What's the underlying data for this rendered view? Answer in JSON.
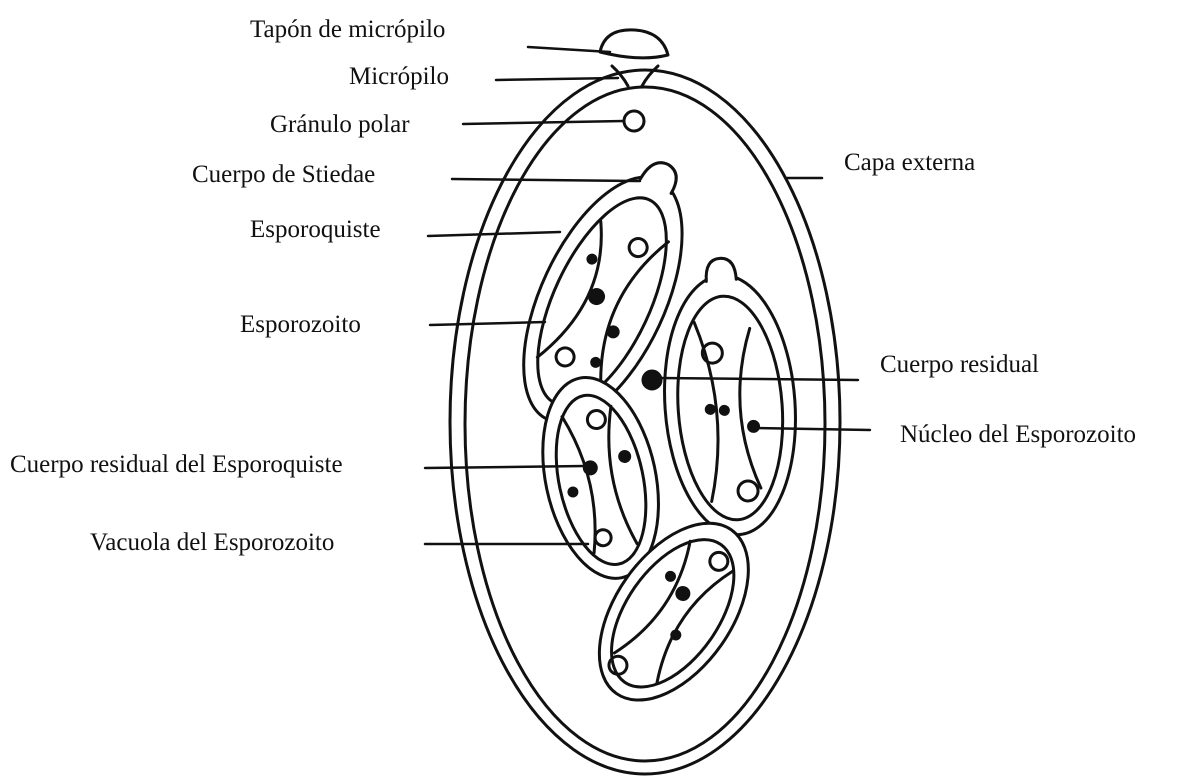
{
  "diagram": {
    "line_color": "#111111",
    "background": "#ffffff",
    "labels_left": [
      {
        "key": "tapon",
        "text": "Tapón de micrópilo"
      },
      {
        "key": "micropilo",
        "text": "Micrópilo"
      },
      {
        "key": "granulo",
        "text": "Gránulo polar"
      },
      {
        "key": "stiedae",
        "text": "Cuerpo de Stiedae"
      },
      {
        "key": "esporoquiste",
        "text": "Esporoquiste"
      },
      {
        "key": "esporozoito",
        "text": "Esporozoito"
      },
      {
        "key": "residual_esporoquiste",
        "text": "Cuerpo residual del Esporoquiste"
      },
      {
        "key": "vacuola",
        "text": "Vacuola del Esporozoito"
      }
    ],
    "labels_right": [
      {
        "key": "capa",
        "text": "Capa externa"
      },
      {
        "key": "residual",
        "text": "Cuerpo residual"
      },
      {
        "key": "nucleo",
        "text": "Núcleo del Esporozoito"
      }
    ]
  }
}
